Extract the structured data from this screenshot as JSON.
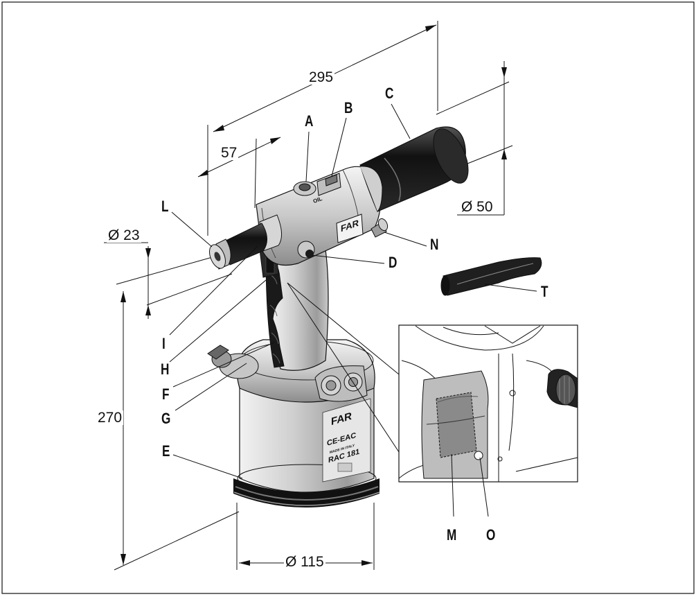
{
  "dimensions": {
    "length_total": "295",
    "nose_length": "57",
    "nose_diameter": "Ø 23",
    "cylinder_diameter": "Ø 50",
    "height": "270",
    "base_diameter": "Ø 115"
  },
  "callouts": {
    "A": "A",
    "B": "B",
    "C": "C",
    "D": "D",
    "E": "E",
    "F": "F",
    "G": "G",
    "H": "H",
    "I": "I",
    "L": "L",
    "M": "M",
    "N": "N",
    "O": "O",
    "T": "T"
  },
  "marking": {
    "brand": "FAR",
    "model": "RAC 181",
    "conformity": "CE-EAC",
    "origin": "MADE IN ITALY",
    "oil_label": "OIL"
  },
  "colors": {
    "line": "#111111",
    "body_light": "#d9d9d9",
    "body_mid": "#a8a8a8",
    "dark": "#1a1a1a"
  }
}
